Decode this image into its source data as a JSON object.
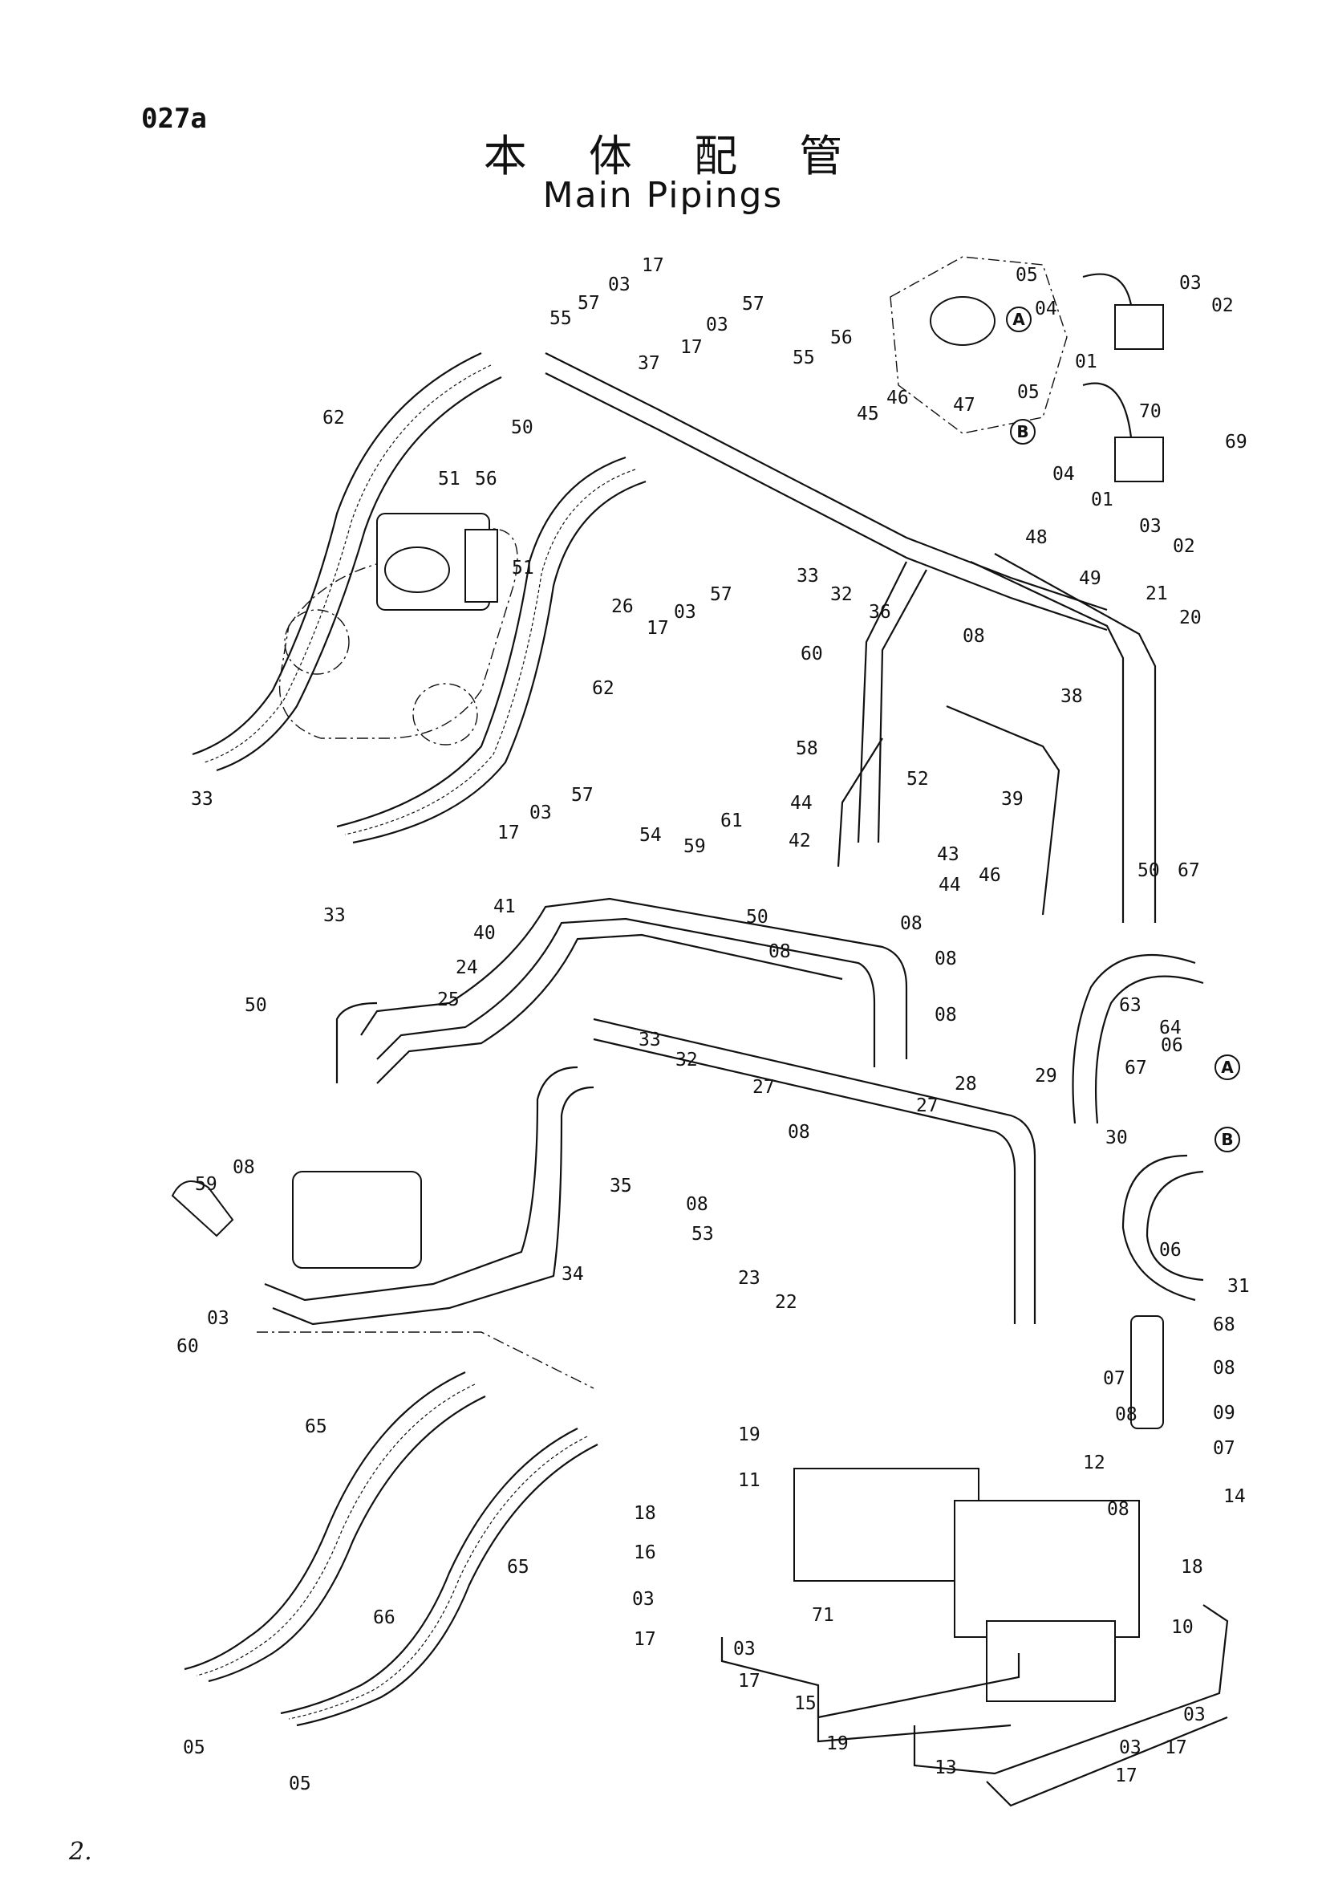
{
  "page_code": "027a",
  "title_ja": "本 体 配 管",
  "title_en": "Main Pipings",
  "footer_mark": "2.",
  "circled_ports": [
    "A",
    "B"
  ],
  "callouts": [
    {
      "id": "c01",
      "text": "17"
    },
    {
      "id": "c02",
      "text": "03"
    },
    {
      "id": "c03",
      "text": "57"
    },
    {
      "id": "c04",
      "text": "55"
    },
    {
      "id": "c05",
      "text": "37"
    },
    {
      "id": "c06",
      "text": "17"
    },
    {
      "id": "c07",
      "text": "03"
    },
    {
      "id": "c08",
      "text": "57"
    },
    {
      "id": "c09",
      "text": "62"
    },
    {
      "id": "c10",
      "text": "50"
    },
    {
      "id": "c11",
      "text": "56"
    },
    {
      "id": "c12",
      "text": "51"
    },
    {
      "id": "c13",
      "text": "51"
    },
    {
      "id": "c14",
      "text": "62"
    },
    {
      "id": "c15",
      "text": "33"
    },
    {
      "id": "c16",
      "text": "33"
    },
    {
      "id": "c17",
      "text": "26"
    },
    {
      "id": "c18",
      "text": "17"
    },
    {
      "id": "c19",
      "text": "03"
    },
    {
      "id": "c20",
      "text": "57"
    },
    {
      "id": "c21",
      "text": "55"
    },
    {
      "id": "c22",
      "text": "56"
    },
    {
      "id": "c23",
      "text": "45"
    },
    {
      "id": "c24",
      "text": "46"
    },
    {
      "id": "c25",
      "text": "47"
    },
    {
      "id": "c26",
      "text": "05"
    },
    {
      "id": "c27",
      "text": "04"
    },
    {
      "id": "c28",
      "text": "03"
    },
    {
      "id": "c29",
      "text": "02"
    },
    {
      "id": "c30",
      "text": "01"
    },
    {
      "id": "c31",
      "text": "05"
    },
    {
      "id": "c32",
      "text": "70"
    },
    {
      "id": "c33",
      "text": "69"
    },
    {
      "id": "c34",
      "text": "04"
    },
    {
      "id": "c35",
      "text": "01"
    },
    {
      "id": "c36",
      "text": "03"
    },
    {
      "id": "c37",
      "text": "02"
    },
    {
      "id": "c38",
      "text": "48"
    },
    {
      "id": "c39",
      "text": "49"
    },
    {
      "id": "c40",
      "text": "33"
    },
    {
      "id": "c41",
      "text": "32"
    },
    {
      "id": "c42",
      "text": "36"
    },
    {
      "id": "c43",
      "text": "21"
    },
    {
      "id": "c44",
      "text": "20"
    },
    {
      "id": "c45",
      "text": "08"
    },
    {
      "id": "c46",
      "text": "60"
    },
    {
      "id": "c47",
      "text": "58"
    },
    {
      "id": "c48",
      "text": "38"
    },
    {
      "id": "c49",
      "text": "52"
    },
    {
      "id": "c50",
      "text": "39"
    },
    {
      "id": "c51",
      "text": "44"
    },
    {
      "id": "c52",
      "text": "42"
    },
    {
      "id": "c53",
      "text": "43"
    },
    {
      "id": "c54",
      "text": "46"
    },
    {
      "id": "c55",
      "text": "44"
    },
    {
      "id": "c56",
      "text": "17"
    },
    {
      "id": "c57",
      "text": "03"
    },
    {
      "id": "c58",
      "text": "57"
    },
    {
      "id": "c59",
      "text": "54"
    },
    {
      "id": "c60",
      "text": "59"
    },
    {
      "id": "c61",
      "text": "61"
    },
    {
      "id": "c62",
      "text": "50"
    },
    {
      "id": "c63",
      "text": "08"
    },
    {
      "id": "c64",
      "text": "08"
    },
    {
      "id": "c65",
      "text": "08"
    },
    {
      "id": "c66",
      "text": "50"
    },
    {
      "id": "c67",
      "text": "67"
    },
    {
      "id": "c68",
      "text": "63"
    },
    {
      "id": "c69",
      "text": "64"
    },
    {
      "id": "c70",
      "text": "08"
    },
    {
      "id": "c71",
      "text": "41"
    },
    {
      "id": "c72",
      "text": "40"
    },
    {
      "id": "c73",
      "text": "24"
    },
    {
      "id": "c74",
      "text": "25"
    },
    {
      "id": "c75",
      "text": "50"
    },
    {
      "id": "c76",
      "text": "33"
    },
    {
      "id": "c77",
      "text": "32"
    },
    {
      "id": "c78",
      "text": "27"
    },
    {
      "id": "c79",
      "text": "06"
    },
    {
      "id": "c80",
      "text": "67"
    },
    {
      "id": "c81",
      "text": "28"
    },
    {
      "id": "c82",
      "text": "29"
    },
    {
      "id": "c83",
      "text": "27"
    },
    {
      "id": "c84",
      "text": "30"
    },
    {
      "id": "c85",
      "text": "08"
    },
    {
      "id": "c86",
      "text": "08"
    },
    {
      "id": "c87",
      "text": "59"
    },
    {
      "id": "c88",
      "text": "35"
    },
    {
      "id": "c89",
      "text": "08"
    },
    {
      "id": "c90",
      "text": "53"
    },
    {
      "id": "c91",
      "text": "34"
    },
    {
      "id": "c92",
      "text": "23"
    },
    {
      "id": "c93",
      "text": "22"
    },
    {
      "id": "c94",
      "text": "06"
    },
    {
      "id": "c95",
      "text": "31"
    },
    {
      "id": "c96",
      "text": "68"
    },
    {
      "id": "c97",
      "text": "08"
    },
    {
      "id": "c98",
      "text": "03"
    },
    {
      "id": "c99",
      "text": "60"
    },
    {
      "id": "c100",
      "text": "07"
    },
    {
      "id": "c101",
      "text": "08"
    },
    {
      "id": "c102",
      "text": "09"
    },
    {
      "id": "c103",
      "text": "07"
    },
    {
      "id": "c104",
      "text": "65"
    },
    {
      "id": "c105",
      "text": "19"
    },
    {
      "id": "c106",
      "text": "11"
    },
    {
      "id": "c107",
      "text": "12"
    },
    {
      "id": "c108",
      "text": "08"
    },
    {
      "id": "c109",
      "text": "14"
    },
    {
      "id": "c110",
      "text": "18"
    },
    {
      "id": "c111",
      "text": "16"
    },
    {
      "id": "c112",
      "text": "65"
    },
    {
      "id": "c113",
      "text": "18"
    },
    {
      "id": "c114",
      "text": "03"
    },
    {
      "id": "c115",
      "text": "71"
    },
    {
      "id": "c116",
      "text": "17"
    },
    {
      "id": "c117",
      "text": "03"
    },
    {
      "id": "c118",
      "text": "66"
    },
    {
      "id": "c119",
      "text": "17"
    },
    {
      "id": "c120",
      "text": "10"
    },
    {
      "id": "c121",
      "text": "15"
    },
    {
      "id": "c122",
      "text": "05"
    },
    {
      "id": "c123",
      "text": "19"
    },
    {
      "id": "c124",
      "text": "03"
    },
    {
      "id": "c125",
      "text": "17"
    },
    {
      "id": "c126",
      "text": "05"
    },
    {
      "id": "c127",
      "text": "13"
    },
    {
      "id": "c128",
      "text": "03"
    },
    {
      "id": "c129",
      "text": "17"
    }
  ]
}
